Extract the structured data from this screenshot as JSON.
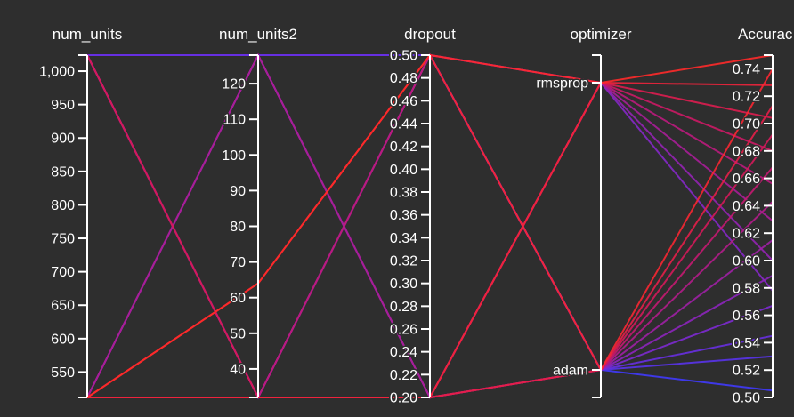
{
  "chart_data": {
    "type": "parallel_coordinates",
    "title": "",
    "axes": [
      {
        "key": "num_units",
        "label": "num_units",
        "range": [
          512,
          1024
        ],
        "ticks": [
          550,
          600,
          650,
          700,
          750,
          800,
          850,
          900,
          950,
          1000
        ],
        "tick_labels": [
          "550",
          "600",
          "650",
          "700",
          "750",
          "800",
          "850",
          "900",
          "950",
          "1,000"
        ]
      },
      {
        "key": "num_units2",
        "label": "num_units2",
        "range": [
          32,
          128
        ],
        "ticks": [
          40,
          50,
          60,
          70,
          80,
          90,
          100,
          110,
          120
        ],
        "tick_labels": [
          "40",
          "50",
          "60",
          "70",
          "80",
          "90",
          "100",
          "110",
          "120"
        ]
      },
      {
        "key": "dropout",
        "label": "dropout",
        "range": [
          0.2,
          0.5
        ],
        "ticks": [
          0.2,
          0.22,
          0.24,
          0.26,
          0.28,
          0.3,
          0.32,
          0.34,
          0.36,
          0.38,
          0.4,
          0.42,
          0.44,
          0.46,
          0.48,
          0.5
        ],
        "tick_labels": [
          "0.20",
          "0.22",
          "0.24",
          "0.26",
          "0.28",
          "0.30",
          "0.32",
          "0.34",
          "0.36",
          "0.38",
          "0.40",
          "0.42",
          "0.44",
          "0.46",
          "0.48",
          "0.50"
        ]
      },
      {
        "key": "optimizer",
        "label": "optimizer",
        "categorical": true,
        "categories": [
          "adam",
          "rmsprop"
        ],
        "ticks": [
          0,
          1
        ],
        "tick_labels": [
          "adam",
          "rmsprop"
        ]
      },
      {
        "key": "accuracy",
        "label": "Accurac",
        "range": [
          0.5,
          0.75
        ],
        "ticks": [
          0.5,
          0.52,
          0.54,
          0.56,
          0.58,
          0.6,
          0.62,
          0.64,
          0.66,
          0.68,
          0.7,
          0.72,
          0.74
        ],
        "tick_labels": [
          "0.50",
          "0.52",
          "0.54",
          "0.56",
          "0.58",
          "0.60",
          "0.62",
          "0.64",
          "0.66",
          "0.68",
          "0.70",
          "0.72",
          "0.74"
        ]
      }
    ],
    "colorscale": [
      "#3b3bff",
      "#7a2bd6",
      "#a61e9c",
      "#d1185e",
      "#ff2a2a"
    ],
    "records": [
      {
        "num_units": 1024,
        "num_units2": 128,
        "dropout": 0.5,
        "optimizer": "adam",
        "accuracy": 0.505
      },
      {
        "num_units": 1024,
        "num_units2": 128,
        "dropout": 0.5,
        "optimizer": "adam",
        "accuracy": 0.53
      },
      {
        "num_units": 1024,
        "num_units2": 128,
        "dropout": 0.5,
        "optimizer": "adam",
        "accuracy": 0.545
      },
      {
        "num_units": 1024,
        "num_units2": 32,
        "dropout": 0.5,
        "optimizer": "adam",
        "accuracy": 0.567
      },
      {
        "num_units": 1024,
        "num_units2": 32,
        "dropout": 0.5,
        "optimizer": "rmsprop",
        "accuracy": 0.578
      },
      {
        "num_units": 1024,
        "num_units2": 32,
        "dropout": 0.2,
        "optimizer": "adam",
        "accuracy": 0.589
      },
      {
        "num_units": 512,
        "num_units2": 128,
        "dropout": 0.2,
        "optimizer": "rmsprop",
        "accuracy": 0.6
      },
      {
        "num_units": 512,
        "num_units2": 128,
        "dropout": 0.2,
        "optimizer": "adam",
        "accuracy": 0.615
      },
      {
        "num_units": 512,
        "num_units2": 128,
        "dropout": 0.2,
        "optimizer": "rmsprop",
        "accuracy": 0.629
      },
      {
        "num_units": 512,
        "num_units2": 32,
        "dropout": 0.5,
        "optimizer": "adam",
        "accuracy": 0.643
      },
      {
        "num_units": 512,
        "num_units2": 32,
        "dropout": 0.5,
        "optimizer": "rmsprop",
        "accuracy": 0.656
      },
      {
        "num_units": 512,
        "num_units2": 32,
        "dropout": 0.2,
        "optimizer": "adam",
        "accuracy": 0.668
      },
      {
        "num_units": 1024,
        "num_units2": 32,
        "dropout": 0.2,
        "optimizer": "rmsprop",
        "accuracy": 0.68
      },
      {
        "num_units": 1024,
        "num_units2": 32,
        "dropout": 0.2,
        "optimizer": "adam",
        "accuracy": 0.692
      },
      {
        "num_units": 512,
        "num_units2": 32,
        "dropout": 0.2,
        "optimizer": "rmsprop",
        "accuracy": 0.704
      },
      {
        "num_units": 512,
        "num_units2": 32,
        "dropout": 0.2,
        "optimizer": "adam",
        "accuracy": 0.713
      },
      {
        "num_units": 512,
        "num_units2": 32,
        "dropout": 0.2,
        "optimizer": "rmsprop",
        "accuracy": 0.728
      },
      {
        "num_units": 512,
        "num_units2": 64,
        "dropout": 0.5,
        "optimizer": "adam",
        "accuracy": 0.74
      },
      {
        "num_units": 512,
        "num_units2": 64,
        "dropout": 0.5,
        "optimizer": "rmsprop",
        "accuracy": 0.75
      }
    ]
  }
}
